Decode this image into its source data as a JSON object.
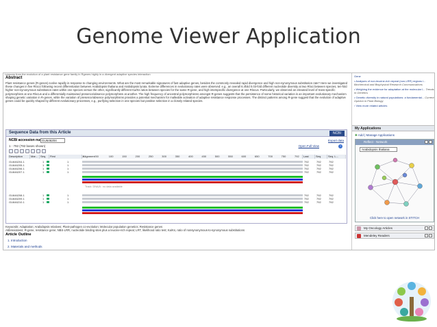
{
  "slide": {
    "title": "Genome Viewer Application"
  },
  "article": {
    "cut_line": "Lessons from the evolution of a plant resistance gene family in Rgenes highly in a divergent adaptive species interaction",
    "abstract_heading": "Abstract",
    "abstract_text": "Plant resistance genes (R-genes) evolve rapidly in response to changing environments. What are the most remarkable signatures of fast adaptive genes, besides the commonly revealed rapid divergence and high non-synonymous substitution rate? Here we investigated these changes in five Rlocci following recent differentiation between Arabidopsis thaliana and Arabidopsis lyrata. Extreme differences in evolutionary rates were observed: e.g., an overall 6.4fold 0.03-fold different nucleotide diversity at two Rloci between species, ten-fold higher non-synonymous substitution rates within one species versus the other, significantly different Ka/Ks ratios between species for the same R-gene, and high interspecific divergence at one Rlocus. Particularly, we observed an elevated level of trans-specific polymorphism at one Rlocus and a differentially maintained presence/absence polymorphism at another. The high frequency of ancestral polymorphisms amongst R-genes suggests that the persistence of some historical variation is an important evolutionary mechanism shaping genetic variation in R-genes, while the variation of presence/absence polymorphisms provides a potential mechanism for malleable activation of adaptive resistance response processes. The distinct patterns among R-gene suggest that the evolution of adaptive genes could be quickly shaped by different evolutionary processes, e.g., purifying selection in one species but positive selection in a closely related species.",
    "keywords": "Keywords: Adaptation; Arabidopsis relatives; Plant-pathogen co-evolution; Molecular population genetics; Resistance genes",
    "abbreviations": "Abbreviations: R-gene, resistance gene; NBS-LRR, nucleotide binding sites plus a leucine-rich repeat; LRT, likelihood ratio test; Ka/Ks, ratio of nonsynonymous-to-synonymous substitutions",
    "outline_heading": "Article Outline",
    "outline_items": [
      "1. Introduction",
      "2. Materials and methods"
    ]
  },
  "sequence_viewer": {
    "title": "Sequence Data from this Article",
    "ncbi_label": "NCBI",
    "accession_label": "NCBI accession number",
    "accession_value": "GU646204",
    "export_label": "Export data",
    "shown_text": "1 - 792 (792 bases shown)",
    "full_view_label": "Open Full View",
    "help_icon": "?",
    "columns": [
      "Description",
      "Mar...",
      "Seq. S...",
      "First",
      "Alignment",
      "Last",
      "Seq. End",
      "Seq. L..."
    ],
    "ruler_ticks": [
      "1",
      "50",
      "100",
      "150",
      "200",
      "250",
      "300",
      "350",
      "400",
      "450",
      "500",
      "550",
      "600",
      "650",
      "700",
      "750",
      "792"
    ],
    "rows_top": [
      {
        "id": "GU646204.1",
        "start": "1",
        "first": "1",
        "last": "792",
        "end": "792",
        "len": "792"
      },
      {
        "id": "GU646205.1",
        "start": "1",
        "first": "1",
        "last": "792",
        "end": "792",
        "len": "792"
      },
      {
        "id": "GU646206.1",
        "start": "1",
        "first": "1",
        "last": "792",
        "end": "792",
        "len": "792"
      },
      {
        "id": "GU646207.1",
        "start": "1",
        "first": "1",
        "last": "792",
        "end": "792",
        "len": "792"
      }
    ],
    "mid_note": "Track: DNA/A : no data available",
    "rows_bottom": [
      {
        "id": "GU646208.1",
        "start": "1",
        "first": "1",
        "last": "792",
        "end": "792",
        "len": "792"
      },
      {
        "id": "GU646209.1",
        "start": "1",
        "first": "1",
        "last": "792",
        "end": "792",
        "len": "792"
      },
      {
        "id": "GU646210.1",
        "start": "1",
        "first": "1",
        "last": "792",
        "end": "792",
        "len": "792"
      }
    ],
    "colors": {
      "green": "#1ec02c",
      "blue": "#1f3ad6",
      "red": "#d21a1a",
      "gray": "#c8ccd2"
    }
  },
  "sidebar": {
    "related": [
      {
        "text": "Gene",
        "journal": ""
      },
      {
        "text": "Analyses of non-leucine-rich repeat (non-LRR) regions i...",
        "journal": "Biochemical and Biophysical Research Communications"
      },
      {
        "text": "Weighing the evidence for adaptation at the molecular l...",
        "journal": "Trends in Genetics"
      },
      {
        "text": "Genetic diversity in natural populations: a fundamental...",
        "journal": "Current Opinion in Plant Biology"
      }
    ],
    "view_more": "View more related articles",
    "apps_heading": "My Applications",
    "add_label": "Add",
    "manage_label": "Manage Applications",
    "widget_title": "Reflect - Network",
    "widget_select": "Arabidopsis thaliana",
    "network_caption": "Click here to open network in STITCH",
    "rows": [
      {
        "label": "My Oncology Articles"
      },
      {
        "label": "Mendeley Readers"
      }
    ]
  }
}
